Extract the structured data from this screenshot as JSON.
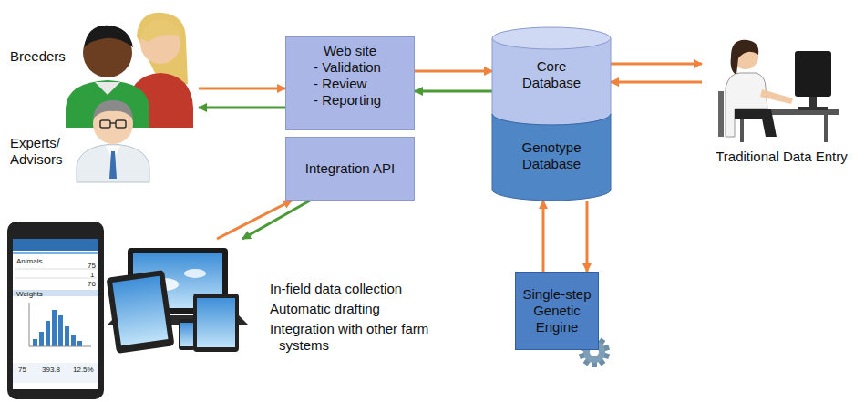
{
  "diagram": {
    "nodes": [
      {
        "text": [
          "Breeders",
          "Experts/ Advisors"
        ]
      },
      {
        "text": [
          "Web site",
          "- Validation",
          "- Review",
          "- Reporting"
        ]
      },
      {
        "text": [
          "Integration API"
        ]
      },
      {
        "text": [
          "Core Database"
        ]
      },
      {
        "text": [
          "Genotype Database"
        ]
      },
      {
        "text": [
          "Traditional Data Entry"
        ]
      },
      {
        "text": [
          "In-field data collection",
          "Automatic drafting",
          "Integration with other farm systems"
        ]
      },
      {
        "text": [
          "Single-step Genetic Engine"
        ]
      }
    ],
    "edges": [
      {
        "from": 0,
        "to": 1,
        "arrow": "to"
      },
      {
        "from": 1,
        "to": 0,
        "arrow": "to"
      },
      {
        "from": 1,
        "to": 3,
        "arrow": "to"
      },
      {
        "from": 3,
        "to": 1,
        "arrow": "to"
      },
      {
        "from": 3,
        "to": 5,
        "arrow": "to"
      },
      {
        "from": 5,
        "to": 3,
        "arrow": "to"
      },
      {
        "from": 6,
        "to": 2,
        "arrow": "to"
      },
      {
        "from": 2,
        "to": 6,
        "arrow": "to"
      },
      {
        "from": 7,
        "to": 4,
        "arrow": "to"
      },
      {
        "from": 4,
        "to": 7,
        "arrow": "to"
      }
    ],
    "labels": [
      "Animals",
      "75",
      "1",
      "76",
      "Weights",
      "75",
      "393.8",
      "12.5%"
    ]
  }
}
